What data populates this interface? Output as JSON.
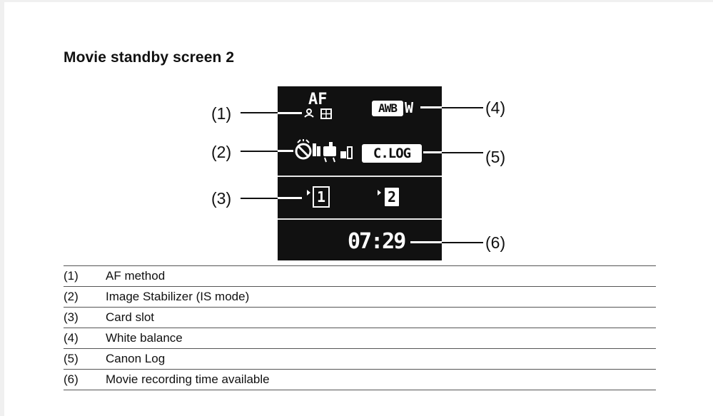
{
  "title": "Movie standby screen 2",
  "figure": {
    "callouts": {
      "c1": "(1)",
      "c2": "(2)",
      "c3": "(3)",
      "c4": "(4)",
      "c5": "(5)",
      "c6": "(6)"
    },
    "screen": {
      "af_label": "AF",
      "wb_label": "AWB",
      "wb_suffix": "W",
      "log_label": "C.LOG",
      "card1": "1",
      "card2": "2",
      "time": "07:29"
    }
  },
  "legend": [
    {
      "num": "(1)",
      "label": "AF method"
    },
    {
      "num": "(2)",
      "label": "Image Stabilizer (IS mode)"
    },
    {
      "num": "(3)",
      "label": "Card slot"
    },
    {
      "num": "(4)",
      "label": "White balance"
    },
    {
      "num": "(5)",
      "label": "Canon Log"
    },
    {
      "num": "(6)",
      "label": "Movie recording time available"
    }
  ]
}
